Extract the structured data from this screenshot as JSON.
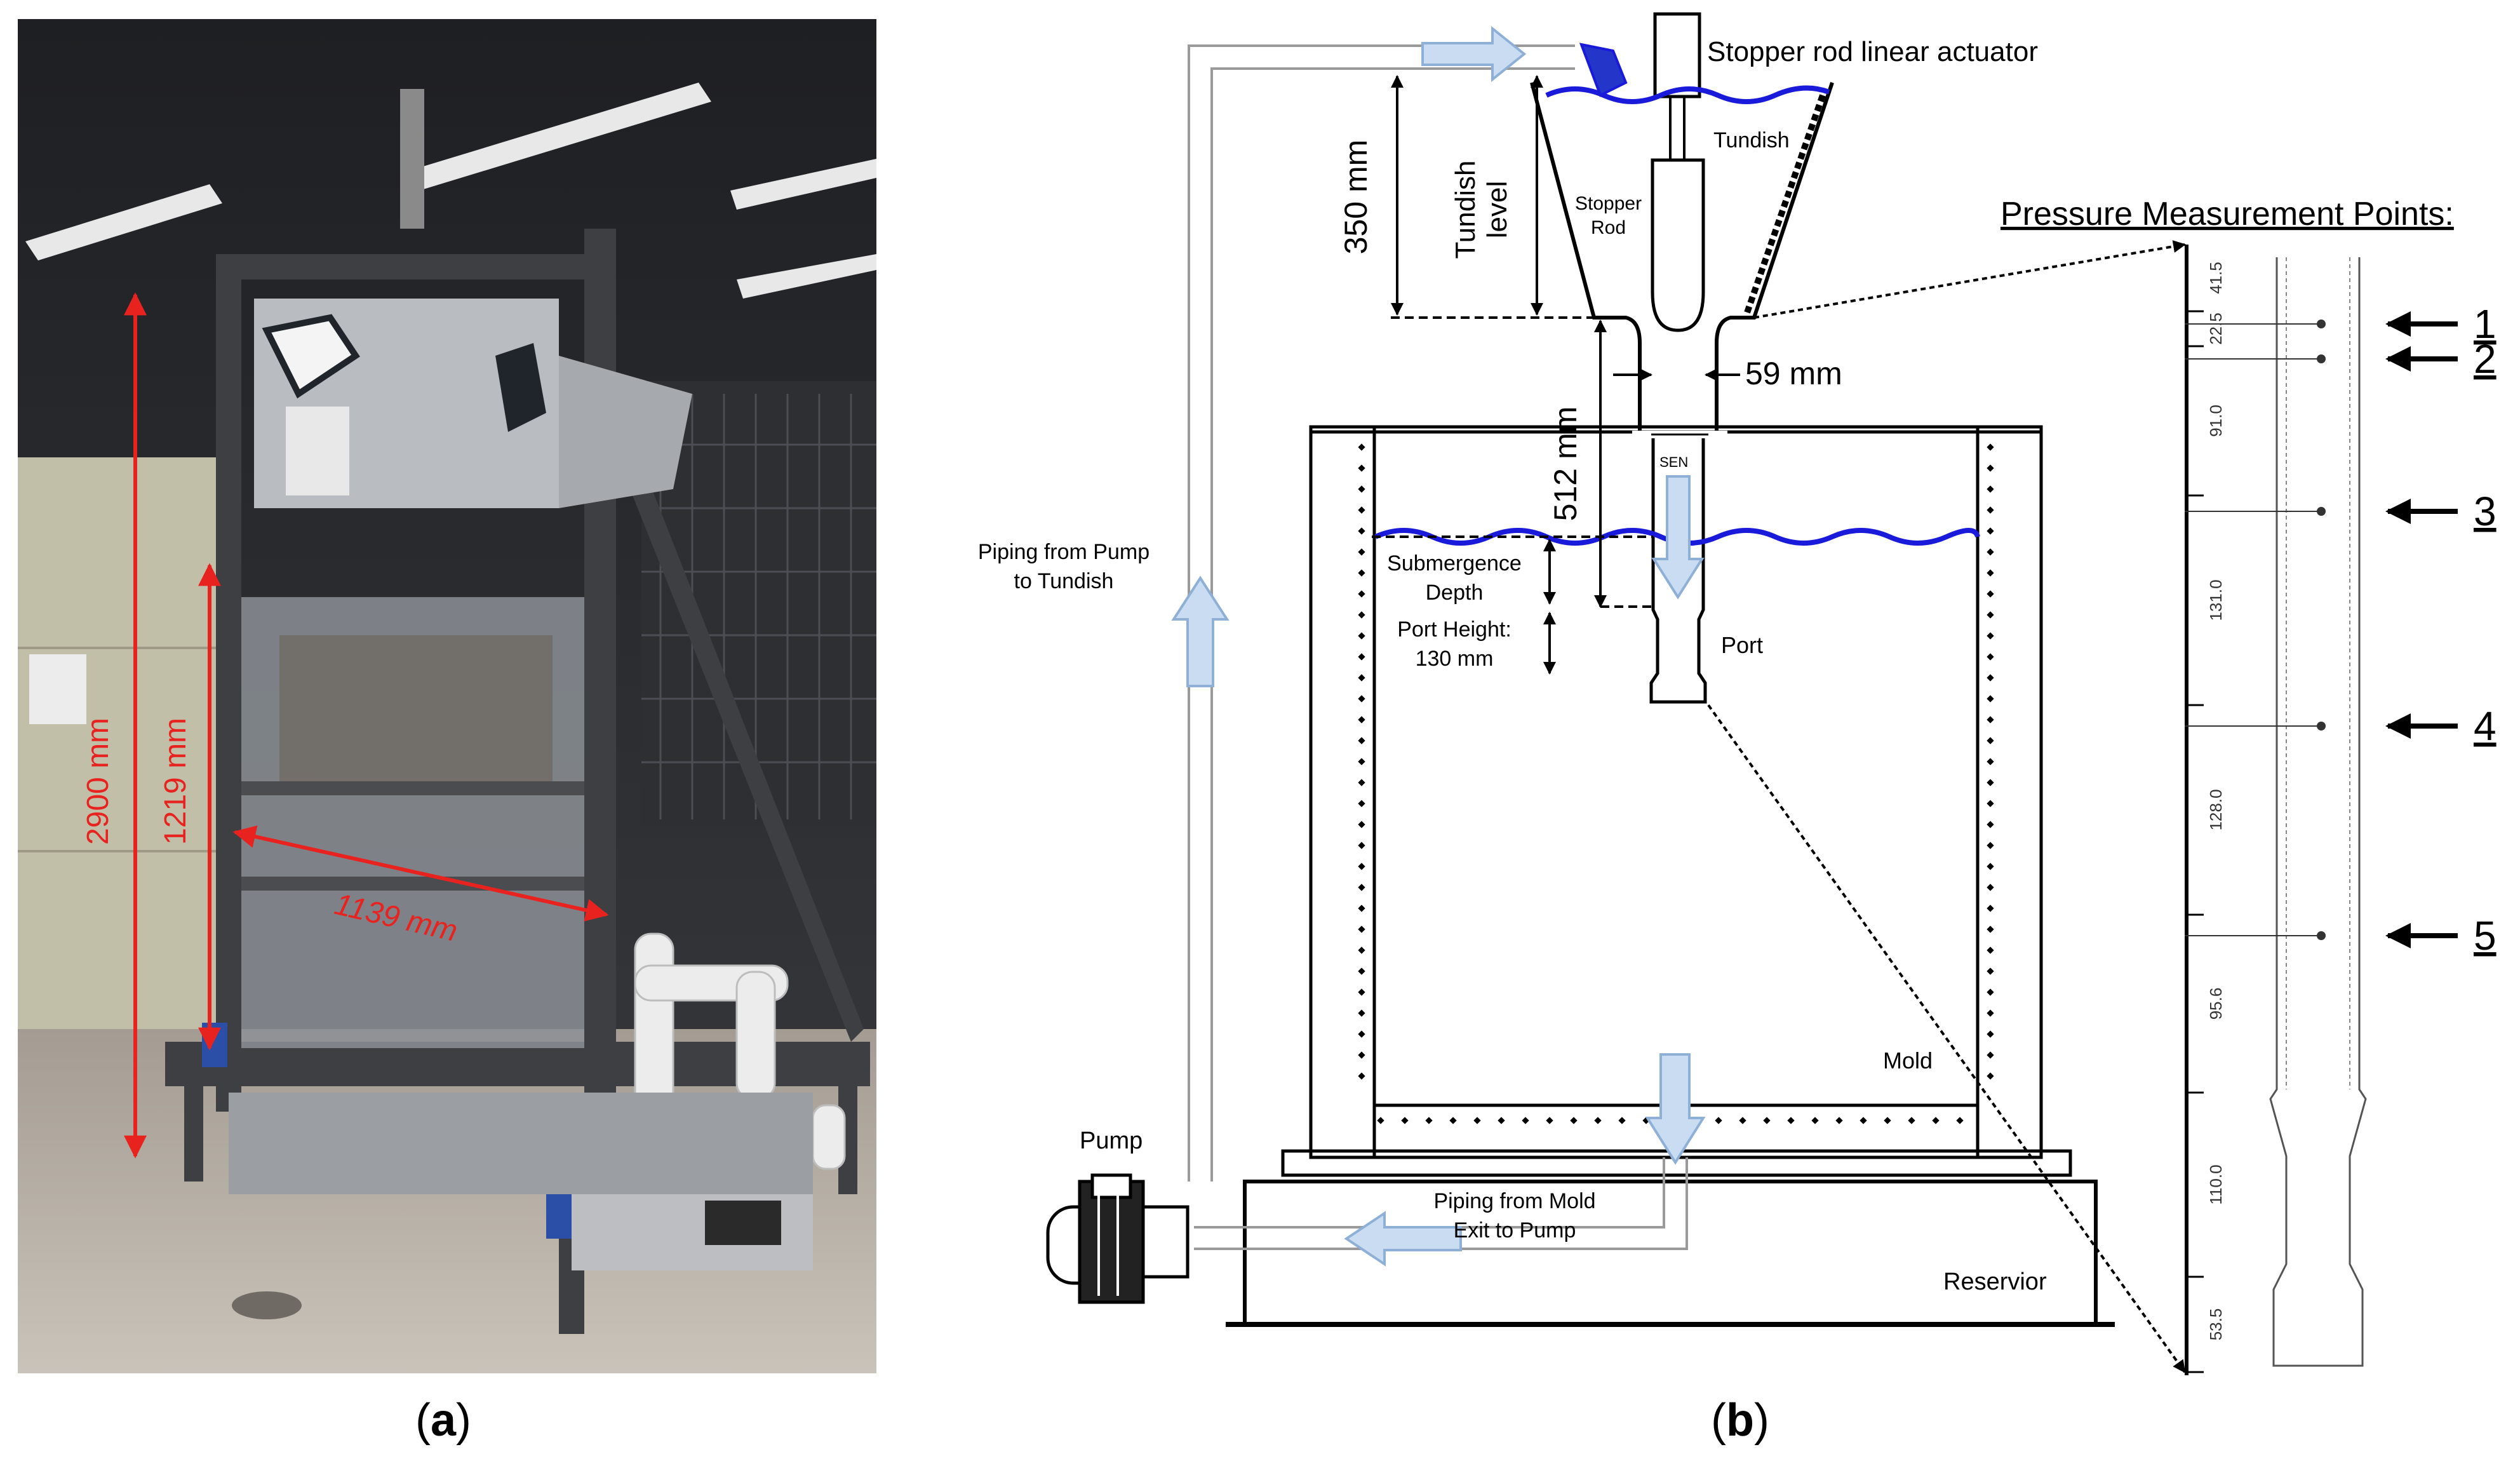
{
  "panel_a": {
    "caption_letter": "a",
    "dimensions": {
      "height_total": "2900 mm",
      "height_mold": "1219 mm",
      "width_mold": "1139 mm"
    },
    "annotation_color": "#e8231f"
  },
  "panel_b": {
    "caption_letter": "b",
    "labels": {
      "actuator": "Stopper rod linear actuator",
      "tundish": "Tundish",
      "stopper_rod_line1": "Stopper",
      "stopper_rod_line2": "Rod",
      "tundish_level_line1": "Tundish",
      "tundish_level_line2": "level",
      "dim_350": "350 mm",
      "dim_512": "512 mm",
      "dim_59": "59 mm",
      "sen": "SEN",
      "submergence_line1": "Submergence",
      "submergence_line2": "Depth",
      "port_height_line1": "Port Height:",
      "port_height_line2": "130 mm",
      "port": "Port",
      "piping_pump_tundish_line1": "Piping from Pump",
      "piping_pump_tundish_line2": "to Tundish",
      "mold": "Mold",
      "pump": "Pump",
      "piping_mold_exit_line1": "Piping from Mold",
      "piping_mold_exit_line2": "Exit to Pump",
      "reservoir": "Reservior"
    },
    "pressure": {
      "title": "Pressure Measurement Points:",
      "points": [
        "1",
        "2",
        "3",
        "4",
        "5"
      ],
      "segment_dims": [
        "41.5",
        "22.5",
        "91.0",
        "131.0",
        "128.0",
        "95.6",
        "110.0",
        "53.5"
      ]
    },
    "colors": {
      "water": "#1a1adb",
      "flow_arrow": "#c9dcf2",
      "flow_arrow_stroke": "#8fb0d6"
    }
  }
}
